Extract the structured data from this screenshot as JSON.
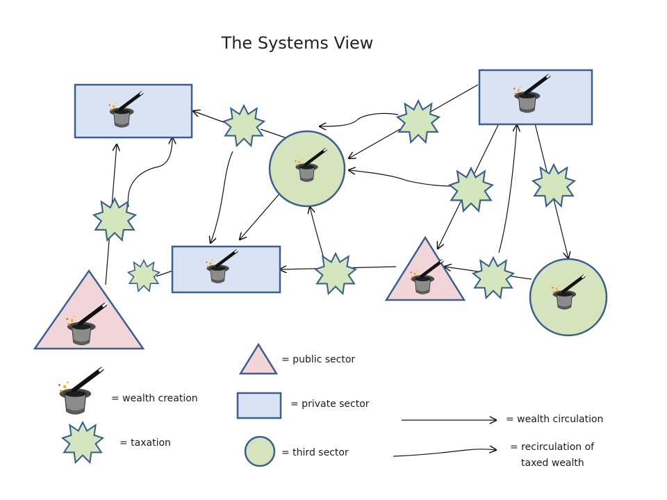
{
  "title": "The Systems View",
  "colors": {
    "public": "#f2d5d8",
    "private": "#d9e3f3",
    "third": "#d6e4bd",
    "taxation": "#d3e6bd",
    "outline": "#3b5e8f",
    "arrow": "#111111"
  },
  "legend": {
    "wealth_creation": "= wealth creation",
    "taxation": "= taxation",
    "public_sector": "= public sector",
    "private_sector": "= private sector",
    "third_sector": "= third sector",
    "wealth_circulation": "= wealth circulation",
    "recirculation_line1": "= recirculation of",
    "recirculation_line2": "taxed wealth"
  }
}
